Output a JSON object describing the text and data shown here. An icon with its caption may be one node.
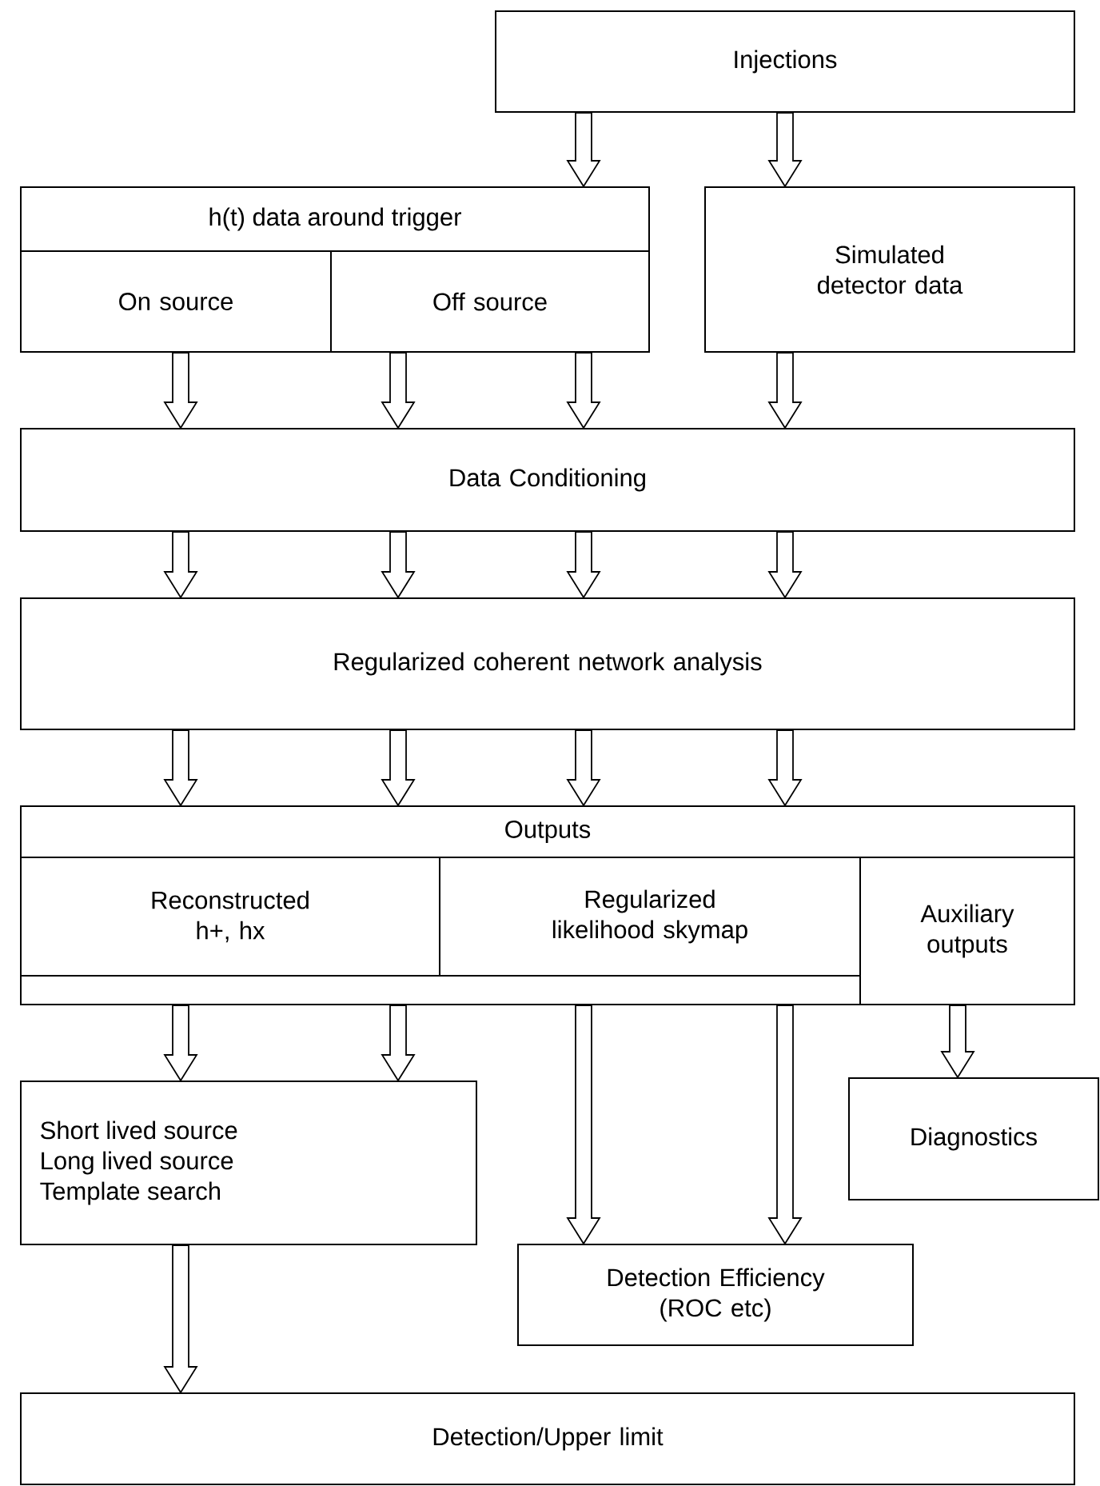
{
  "diagram": {
    "nodes": [
      {
        "text": [
          "Injections"
        ]
      },
      {
        "text": [
          "h(t) data around trigger"
        ]
      },
      {
        "text": [
          "On source"
        ],
        "in": 1
      },
      {
        "text": [
          "Off source"
        ],
        "in": 1
      },
      {
        "text": [
          "Simulated detector data"
        ]
      },
      {
        "text": [
          "Data Conditioning"
        ]
      },
      {
        "text": [
          "Regularized coherent network analysis"
        ]
      },
      {
        "text": [
          "Outputs"
        ]
      },
      {
        "text": [
          "Reconstructed h+, hx"
        ],
        "in": 7
      },
      {
        "text": [
          "Regularized likelihood skymap"
        ],
        "in": 7
      },
      {
        "text": [
          "Auxiliary outputs"
        ],
        "in": 7
      },
      {
        "text": [
          "Short lived source",
          "Long lived source",
          "Template search"
        ]
      },
      {
        "text": [
          "Detection Efficiency (ROC etc)"
        ]
      },
      {
        "text": [
          "Diagnostics"
        ]
      },
      {
        "text": [
          "Detection/Upper limit"
        ]
      }
    ],
    "edges": [
      {
        "from": 0,
        "to": 1,
        "arrow": "to"
      },
      {
        "from": 0,
        "to": 4,
        "arrow": "to"
      },
      {
        "from": 2,
        "to": 5,
        "arrow": "to"
      },
      {
        "from": 3,
        "to": 5,
        "arrow": "to"
      },
      {
        "from": 3,
        "to": 5,
        "arrow": "to"
      },
      {
        "from": 4,
        "to": 5,
        "arrow": "to"
      },
      {
        "from": 5,
        "to": 6,
        "arrow": "to"
      },
      {
        "from": 5,
        "to": 6,
        "arrow": "to"
      },
      {
        "from": 5,
        "to": 6,
        "arrow": "to"
      },
      {
        "from": 5,
        "to": 6,
        "arrow": "to"
      },
      {
        "from": 6,
        "to": 7,
        "arrow": "to"
      },
      {
        "from": 6,
        "to": 7,
        "arrow": "to"
      },
      {
        "from": 6,
        "to": 7,
        "arrow": "to"
      },
      {
        "from": 6,
        "to": 7,
        "arrow": "to"
      },
      {
        "from": 7,
        "to": 11,
        "arrow": "to"
      },
      {
        "from": 7,
        "to": 11,
        "arrow": "to"
      },
      {
        "from": 7,
        "to": 12,
        "arrow": "to"
      },
      {
        "from": 7,
        "to": 12,
        "arrow": "to"
      },
      {
        "from": 10,
        "to": 13,
        "arrow": "to"
      },
      {
        "from": 11,
        "to": 14,
        "arrow": "to"
      }
    ]
  }
}
